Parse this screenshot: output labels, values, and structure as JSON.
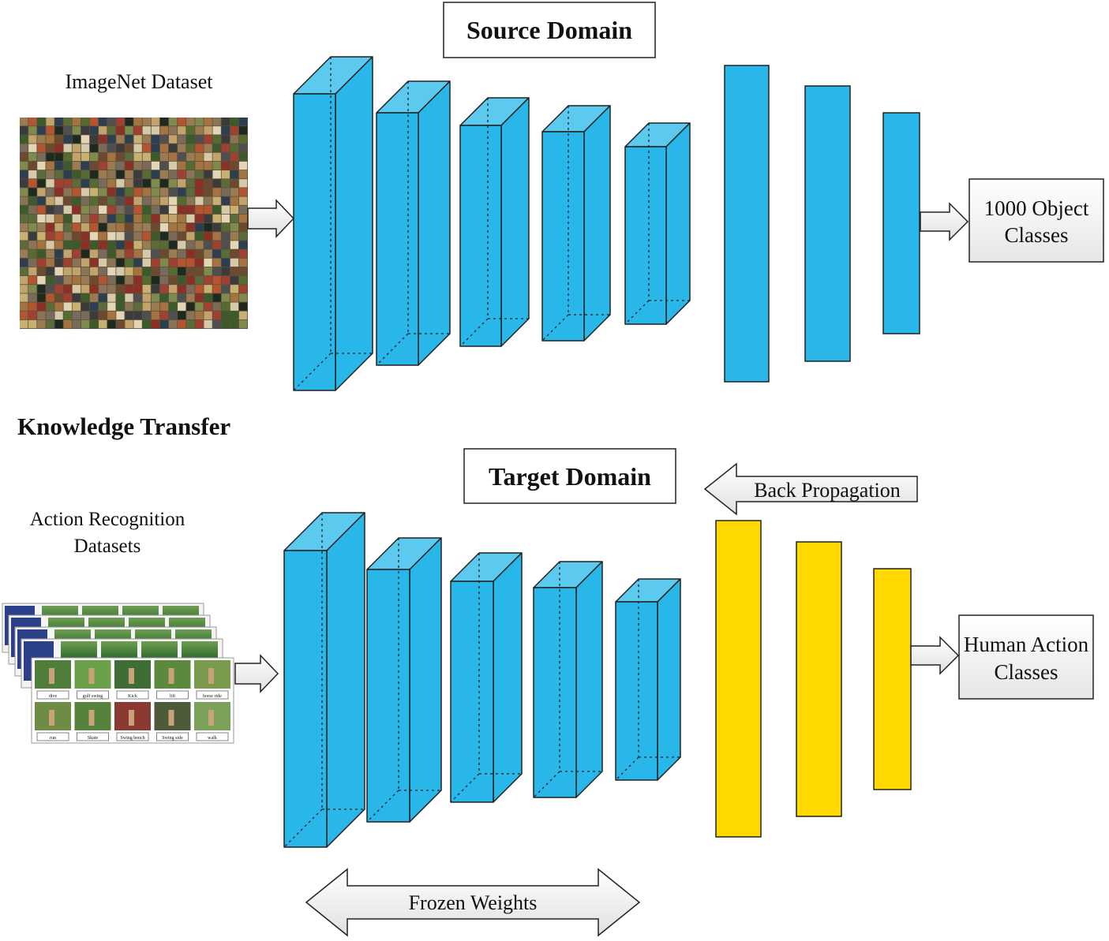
{
  "source": {
    "title": "Source Domain",
    "dataset_label": "ImageNet Dataset",
    "output_label": [
      "1000 Object",
      "Classes"
    ]
  },
  "transfer_label": "Knowledge Transfer",
  "target": {
    "title": "Target Domain",
    "dataset_label": [
      "Action Recognition",
      "Datasets"
    ],
    "output_label": [
      "Human Action",
      "Classes"
    ],
    "backprop_label": "Back Propagation",
    "frozen_label": "Frozen Weights",
    "thumbnail_captions": [
      "dive",
      "golf swing",
      "Kick",
      "lift",
      "horse ride",
      "run",
      "Skate",
      "Swing bench",
      "Swing side",
      "walk"
    ]
  },
  "colors": {
    "conv_block": "#29b6e8",
    "conv_top": "#5cc9ef",
    "source_fc": "#29b6e8",
    "target_fc": "#ffd800",
    "arrow_fill": "#ffffff",
    "label_box_fill": "#f2f2f2"
  },
  "icons": {
    "dataset_mosaic": "image-grid-icon",
    "action_stack": "photo-stack-icon"
  }
}
